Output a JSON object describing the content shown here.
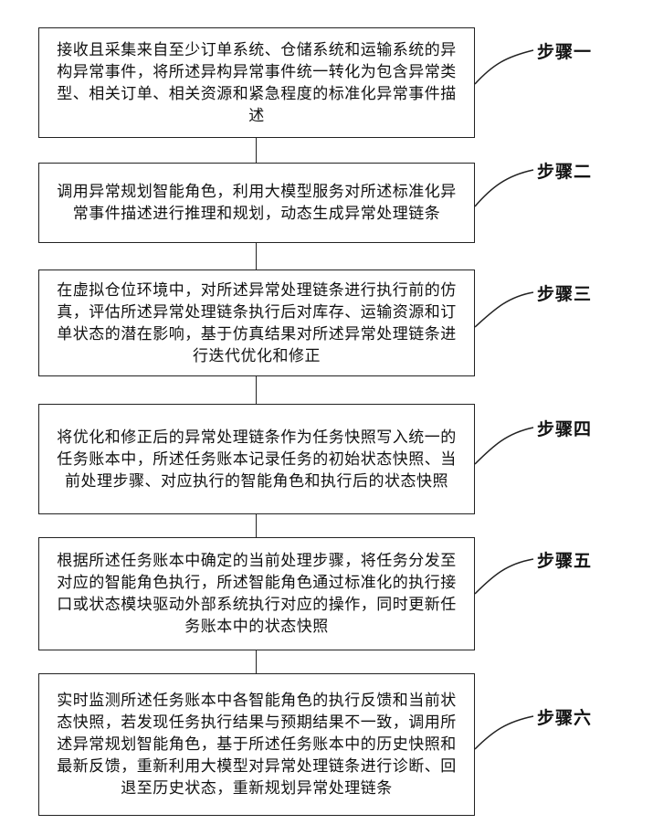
{
  "steps": [
    {
      "label": "步骤一",
      "text": "接收且采集来自至少订单系统、仓储系统和运输系统的异构异常事件，将所述异构异常事件统一转化为包含异常类型、相关订单、相关资源和紧急程度的标准化异常事件描述"
    },
    {
      "label": "步骤二",
      "text": "调用异常规划智能角色，利用大模型服务对所述标准化异常事件描述进行推理和规划，动态生成异常处理链条"
    },
    {
      "label": "步骤三",
      "text": "在虚拟仓位环境中，对所述异常处理链条进行执行前的仿真，评估所述异常处理链条执行后对库存、运输资源和订单状态的潜在影响，基于仿真结果对所述异常处理链条进行迭代优化和修正"
    },
    {
      "label": "步骤四",
      "text": "将优化和修正后的异常处理链条作为任务快照写入统一的任务账本中，所述任务账本记录任务的初始状态快照、当前处理步骤、对应执行的智能角色和执行后的状态快照"
    },
    {
      "label": "步骤五",
      "text": "根据所述任务账本中确定的当前处理步骤，将任务分发至对应的智能角色执行，所述智能角色通过标准化的执行接口或状态模块驱动外部系统执行对应的操作，同时更新任务账本中的状态快照"
    },
    {
      "label": "步骤六",
      "text": "实时监测所述任务账本中各智能角色的执行反馈和当前状态快照，若发现任务执行结果与预期结果不一致，调用所述异常规划智能角色，基于所述任务账本中的历史快照和最新反馈，重新利用大模型对异常处理链条进行诊断、回退至历史状态，重新规划异常处理链条"
    }
  ]
}
